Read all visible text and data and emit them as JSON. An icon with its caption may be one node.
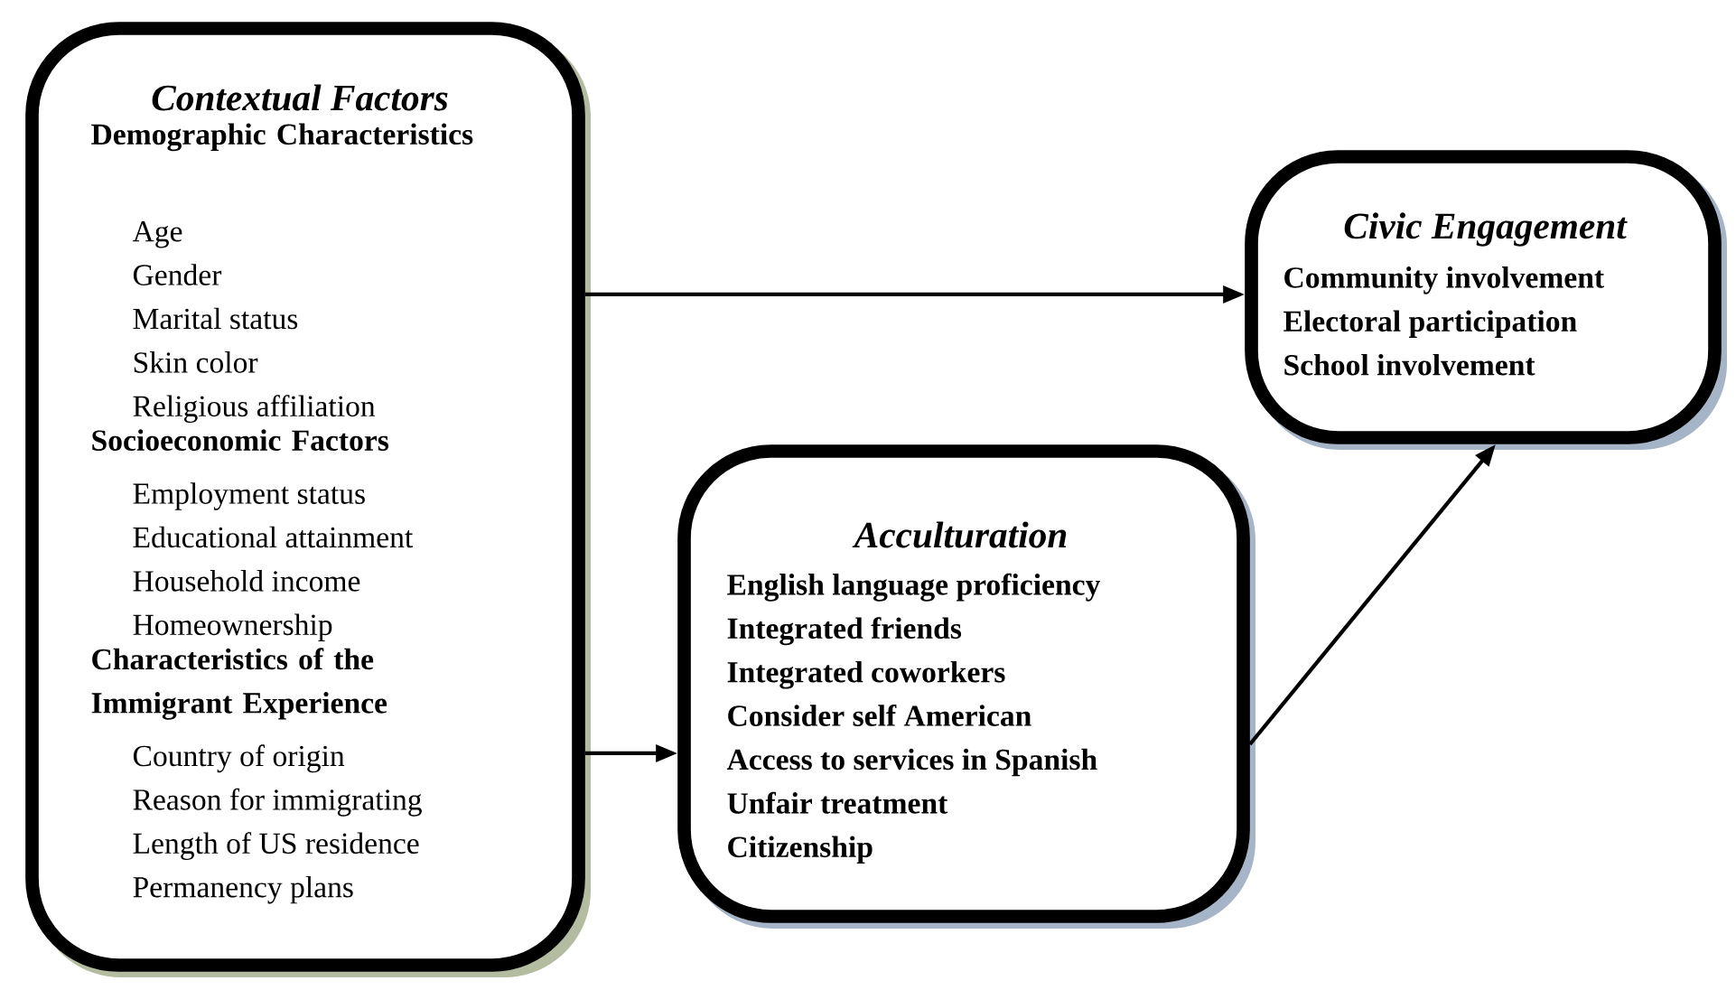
{
  "diagram": {
    "nodes": [
      {
        "text": [
          "Contextual Factors",
          "Demographic Characteristics",
          "Age",
          "Gender",
          "Marital status",
          "Skin color",
          "Religious affiliation",
          "Socioeconomic Factors",
          "Employment status",
          "Educational attainment",
          "Household income",
          "Homeownership",
          "Characteristics of the Immigrant Experience",
          "Country of origin",
          "Reason for immigrating",
          "Length of US residence",
          "Permanency plans"
        ]
      },
      {
        "text": [
          "Acculturation",
          "English language proficiency",
          "Integrated friends",
          "Integrated coworkers",
          "Consider self American",
          "Access to services in Spanish",
          "Unfair treatment",
          "Citizenship"
        ]
      },
      {
        "text": [
          "Civic Engagement",
          "Community involvement",
          "Electoral participation",
          "School involvement"
        ]
      }
    ],
    "edges": [
      {
        "from": 0,
        "to": 2,
        "arrow": "to"
      },
      {
        "from": 0,
        "to": 1,
        "arrow": "to"
      },
      {
        "from": 1,
        "to": 2,
        "arrow": "to"
      }
    ]
  }
}
